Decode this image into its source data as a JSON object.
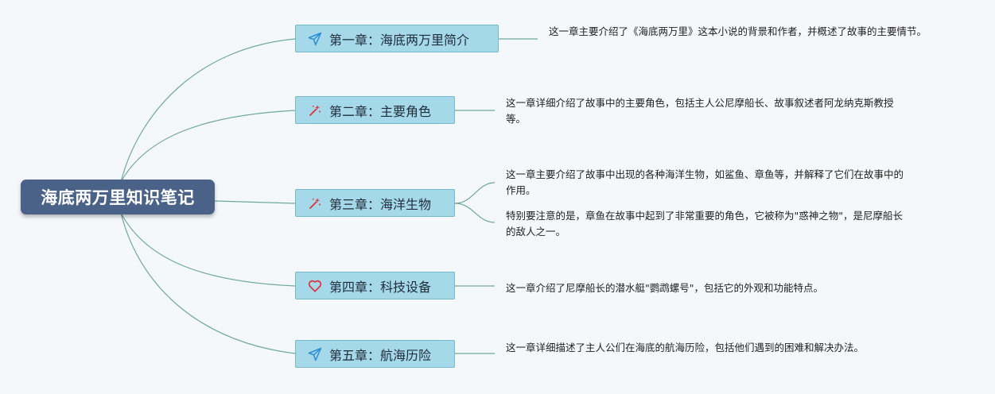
{
  "root": {
    "title": "海底两万里知识笔记"
  },
  "chapters": [
    {
      "label": "第一章：海底两万里简介",
      "icon": "paper-plane-icon",
      "notes": [
        "这一章主要介绍了《海底两万里》这本小说的背景和作者，并概述了故事的主要情节。"
      ]
    },
    {
      "label": "第二章：主要角色",
      "icon": "magic-wand-icon",
      "notes": [
        "这一章详细介绍了故事中的主要角色，包括主人公尼摩船长、故事叙述者阿龙纳克斯教授等。"
      ]
    },
    {
      "label": "第三章：海洋生物",
      "icon": "magic-wand-icon",
      "notes": [
        "这一章主要介绍了故事中出现的各种海洋生物，如鲨鱼、章鱼等，并解释了它们在故事中的作用。",
        "特别要注意的是，章鱼在故事中起到了非常重要的角色，它被称为\"惑神之物\"，是尼摩船长的敌人之一。"
      ]
    },
    {
      "label": "第四章：科技设备",
      "icon": "heart-icon",
      "notes": [
        "这一章介绍了尼摩船长的潜水艇\"鹦鹉螺号\"，包括它的外观和功能特点。"
      ]
    },
    {
      "label": "第五章：航海历险",
      "icon": "paper-plane-icon",
      "notes": [
        "这一章详细描述了主人公们在海底的航海历险，包括他们遇到的困难和解决办法。"
      ]
    }
  ],
  "colors": {
    "root": "#4b6288",
    "topic_fill": "#a5d8e8",
    "topic_border": "#74b9cc",
    "connector": "#6fa89c",
    "icon_blue": "#2b8fd6",
    "icon_red": "#e0303b"
  }
}
